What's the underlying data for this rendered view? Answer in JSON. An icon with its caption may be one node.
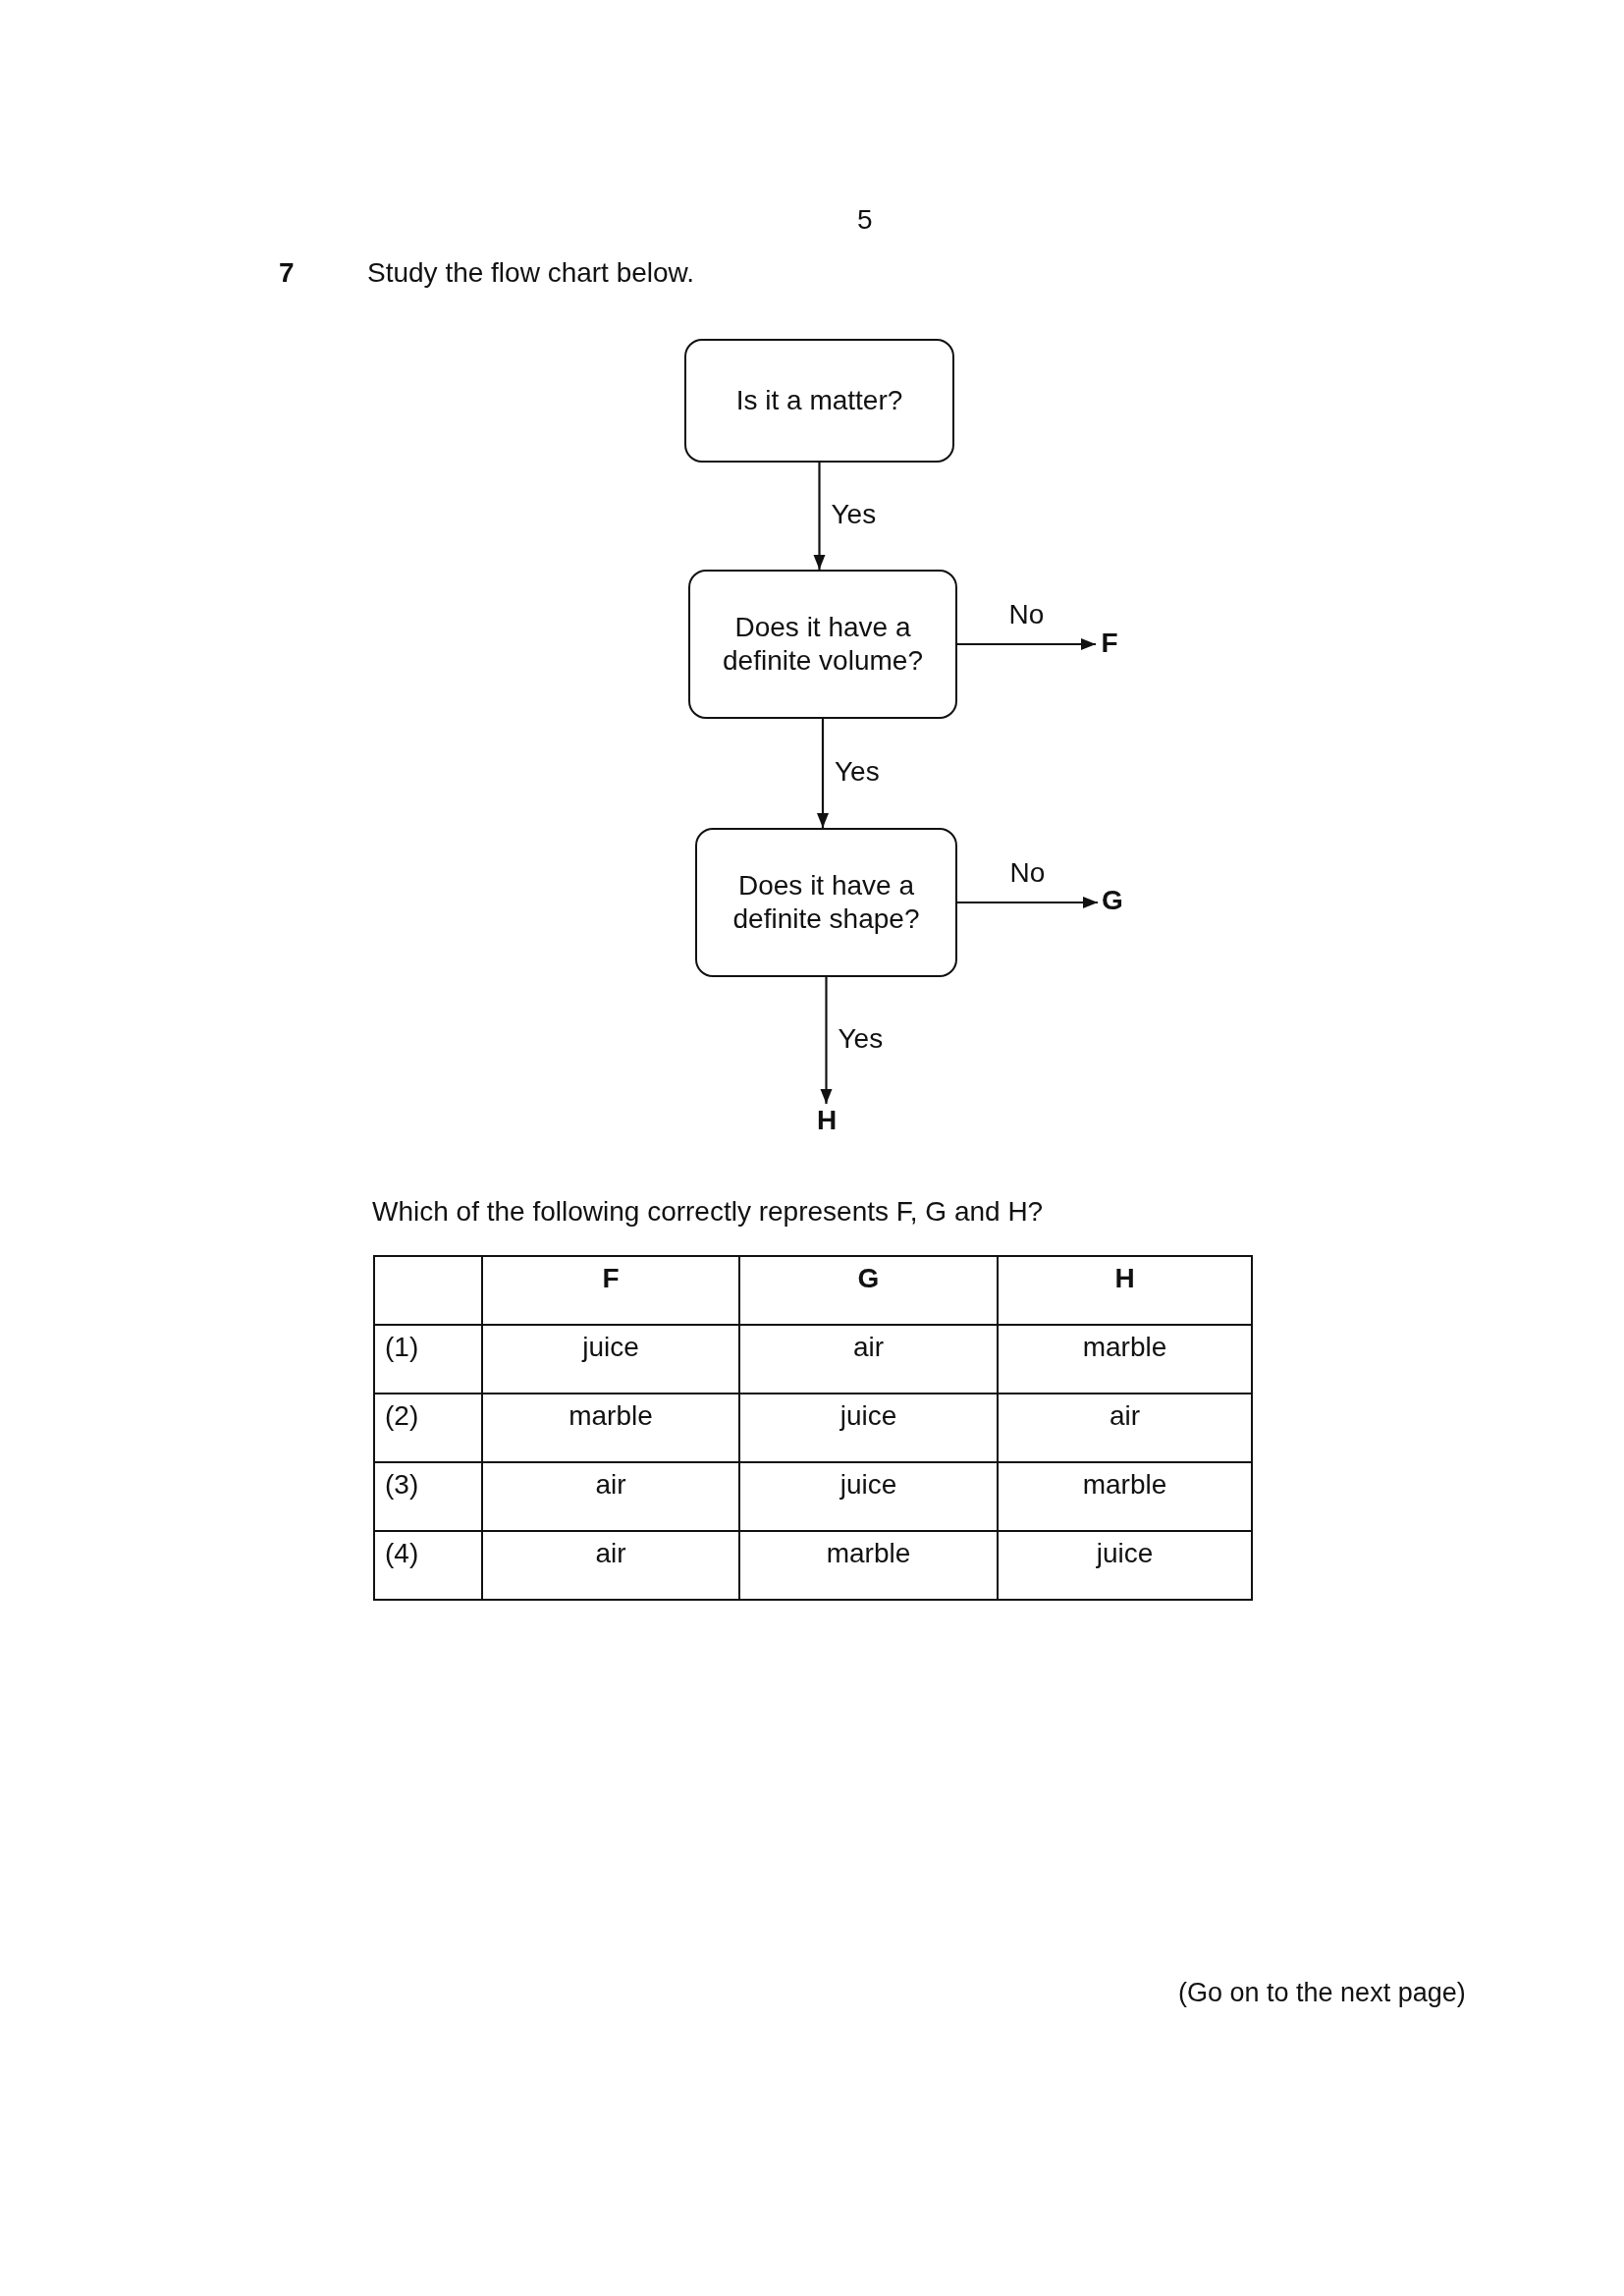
{
  "diagram": {
    "nodes": [
      {
        "text": [
          "Is it a matter?"
        ]
      },
      {
        "text": [
          "Does it have a definite volume?"
        ]
      },
      {
        "text": [
          "Does it have a definite shape?"
        ]
      },
      {
        "text": [
          "F"
        ]
      },
      {
        "text": [
          "G"
        ]
      },
      {
        "text": [
          "H"
        ]
      }
    ],
    "edges": [
      {
        "from": 0,
        "to": 1,
        "arrow": "to",
        "label": "Yes"
      },
      {
        "from": 1,
        "to": 3,
        "arrow": "to",
        "label": "No"
      },
      {
        "from": 1,
        "to": 2,
        "arrow": "to",
        "label": "Yes"
      },
      {
        "from": 2,
        "to": 4,
        "arrow": "to",
        "label": "No"
      },
      {
        "from": 2,
        "to": 5,
        "arrow": "to",
        "label": "Yes"
      }
    ],
    "labels": [
      "5",
      "7",
      "Study the flow chart below.",
      "Which of the following correctly represents F, G and H?",
      "F",
      "G",
      "H",
      "(1)",
      "juice",
      "air",
      "marble",
      "(2)",
      "marble",
      "juice",
      "air",
      "(3)",
      "air",
      "juice",
      "marble",
      "(4)",
      "air",
      "marble",
      "juice",
      "(Go on to the next page)"
    ]
  }
}
